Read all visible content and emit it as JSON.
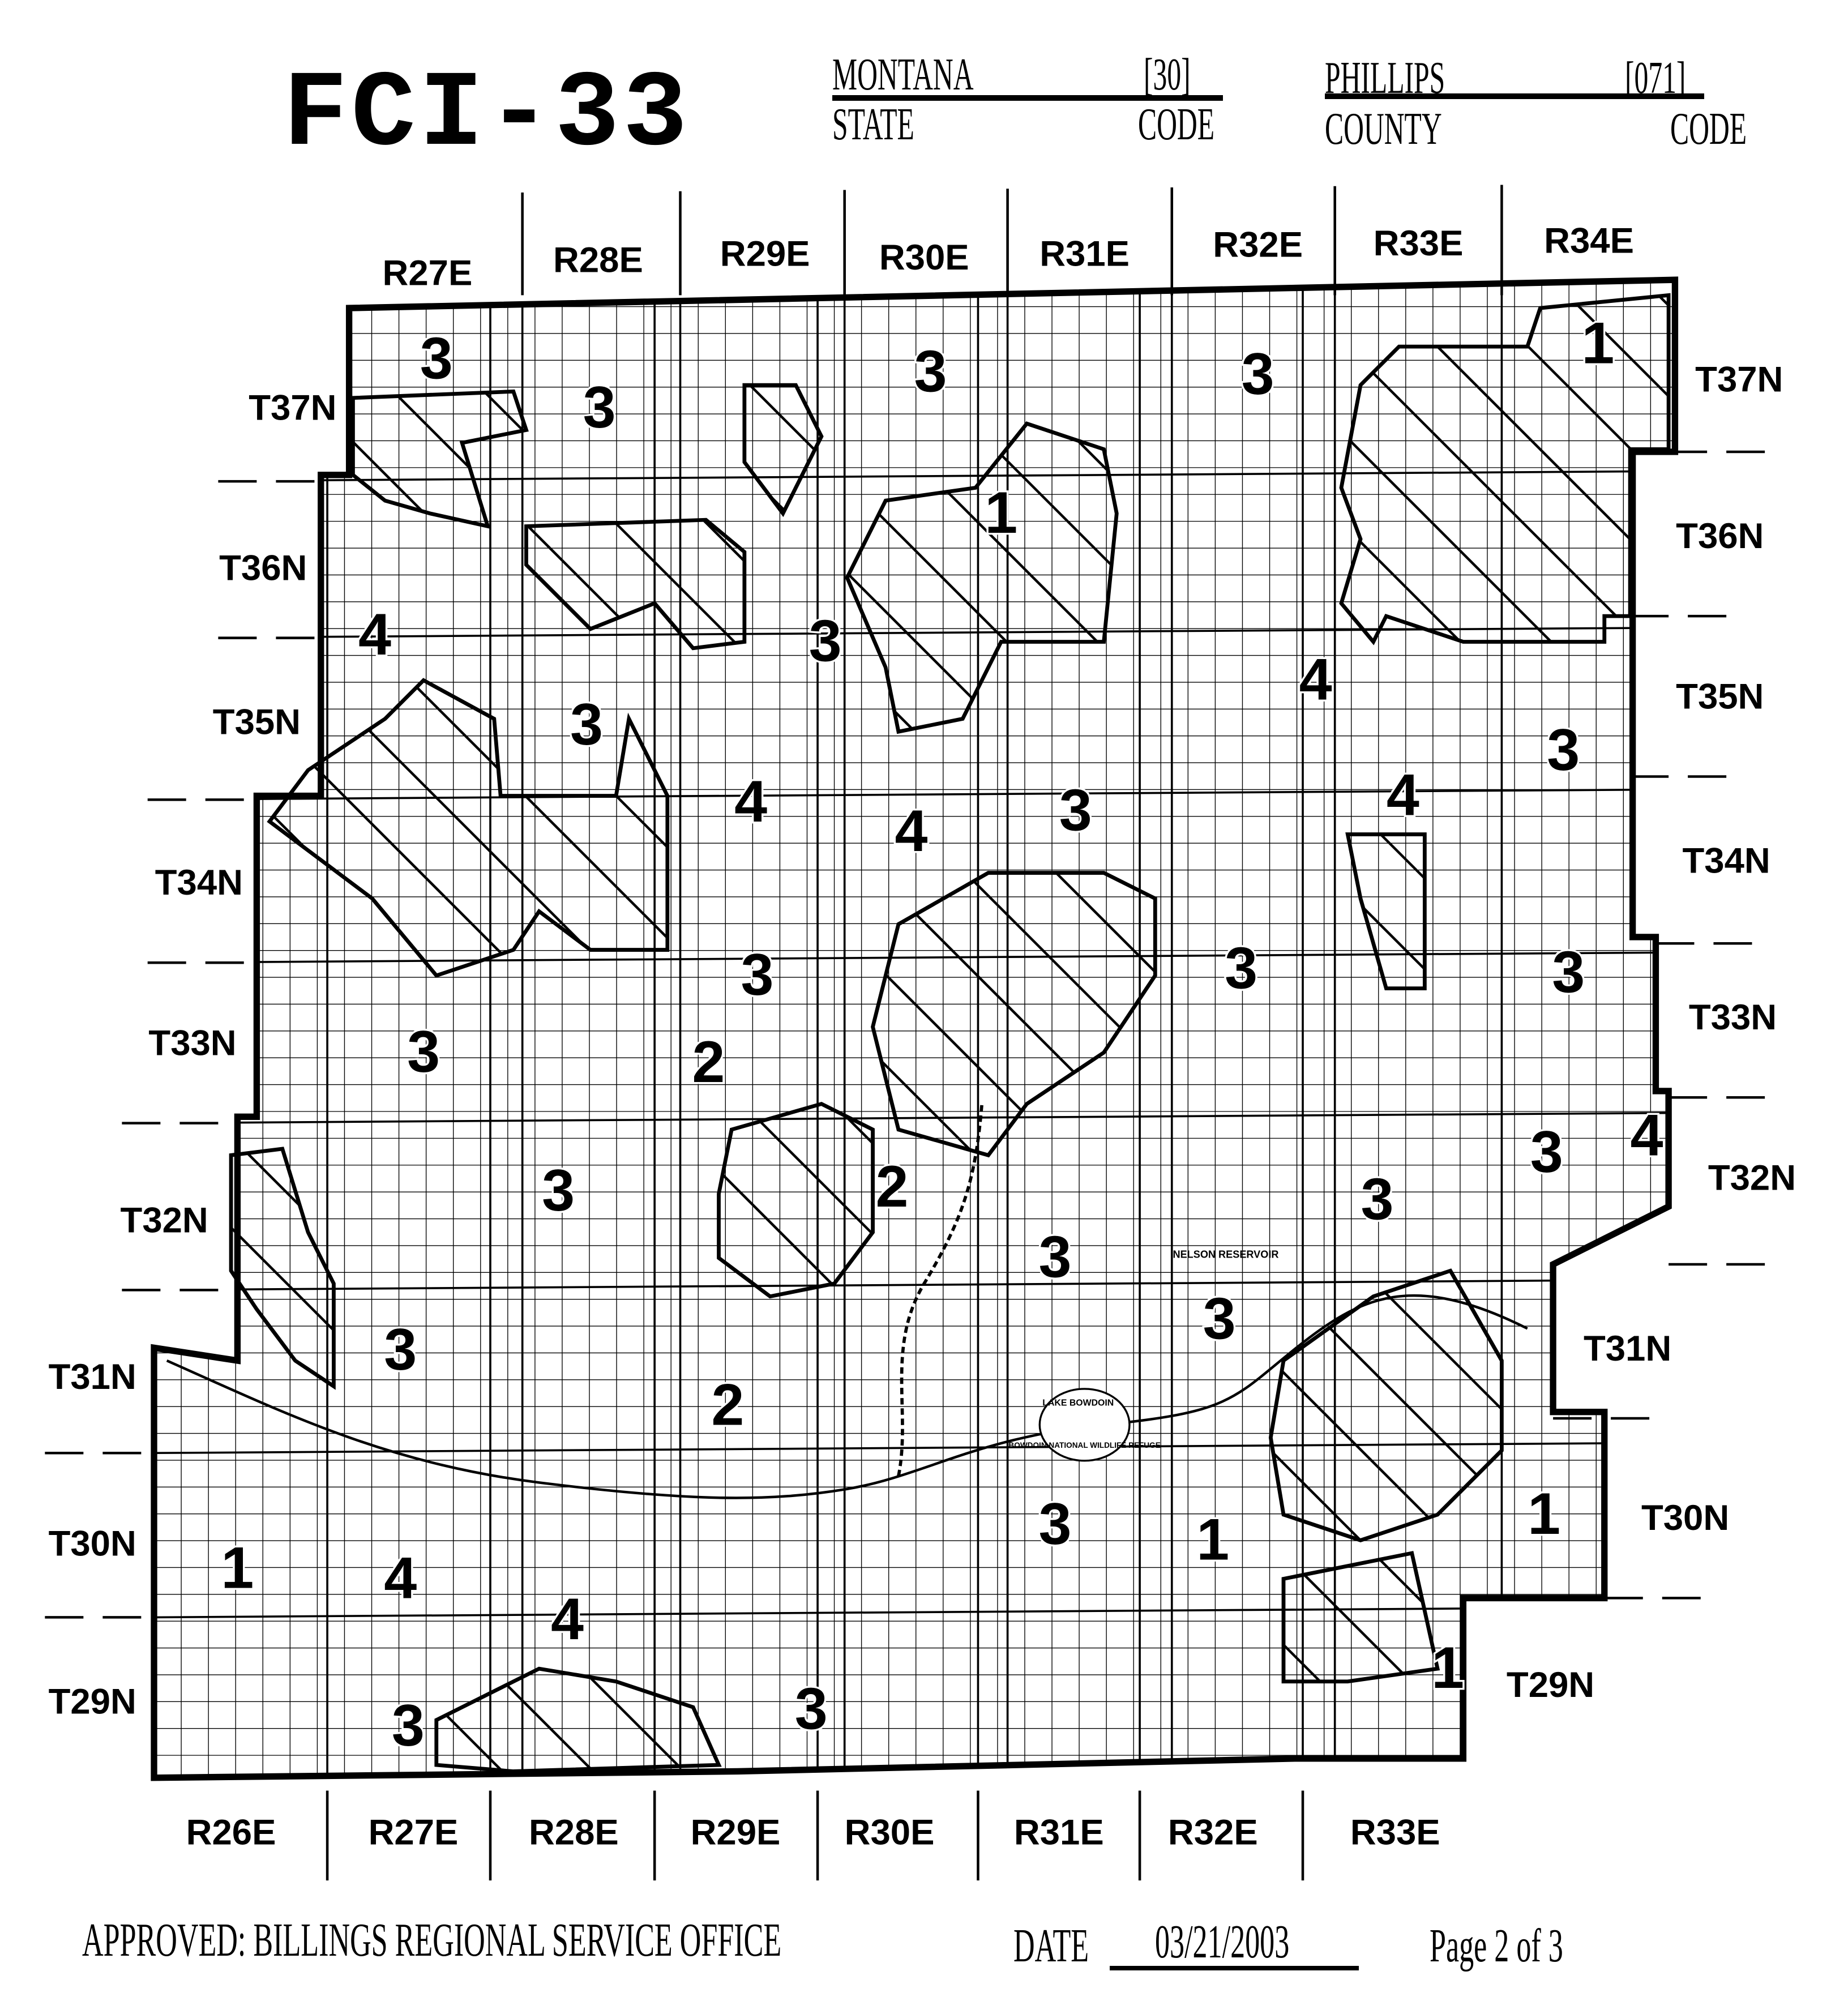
{
  "header": {
    "title": "FCI-33",
    "state_name": "MONTANA",
    "state_code": "[30]",
    "state_label": "STATE",
    "state_code_label": "CODE",
    "county_name": "PHILLIPS",
    "county_code": "[071]",
    "county_label": "COUNTY",
    "county_code_label": "CODE"
  },
  "map": {
    "ranges_top": [
      "R27E",
      "R28E",
      "R29E",
      "R30E",
      "R31E",
      "R32E",
      "R33E",
      "R34E"
    ],
    "ranges_bottom": [
      "R26E",
      "R27E",
      "R28E",
      "R29E",
      "R30E",
      "R31E",
      "R32E",
      "R33E"
    ],
    "townships_left": [
      "T37N",
      "T36N",
      "T35N",
      "T34N",
      "T33N",
      "T32N",
      "T31N",
      "T30N",
      "T29N"
    ],
    "townships_right": [
      "T37N",
      "T36N",
      "T35N",
      "T34N",
      "T33N",
      "T32N",
      "T31N",
      "T30N",
      "T29N"
    ],
    "zone_labels": [
      "3",
      "3",
      "3",
      "3",
      "3",
      "3",
      "3",
      "3",
      "3",
      "3",
      "3",
      "3",
      "3",
      "3",
      "3",
      "3",
      "3",
      "3",
      "3",
      "3",
      "3",
      "4",
      "4",
      "4",
      "4",
      "4",
      "4",
      "4",
      "4",
      "2",
      "2",
      "2",
      "1",
      "1",
      "1",
      "1",
      "1",
      "1"
    ],
    "place_labels": [
      "LAKE BOWDOIN",
      "BOWDOIN NATIONAL WILDLIFE REFUGE",
      "NELSON RESERVOIR"
    ]
  },
  "footer": {
    "approved": "APPROVED: BILLINGS REGIONAL SERVICE OFFICE",
    "date_label": "DATE",
    "date_value": "03/21/2003",
    "page": "Page 2 of 3"
  }
}
